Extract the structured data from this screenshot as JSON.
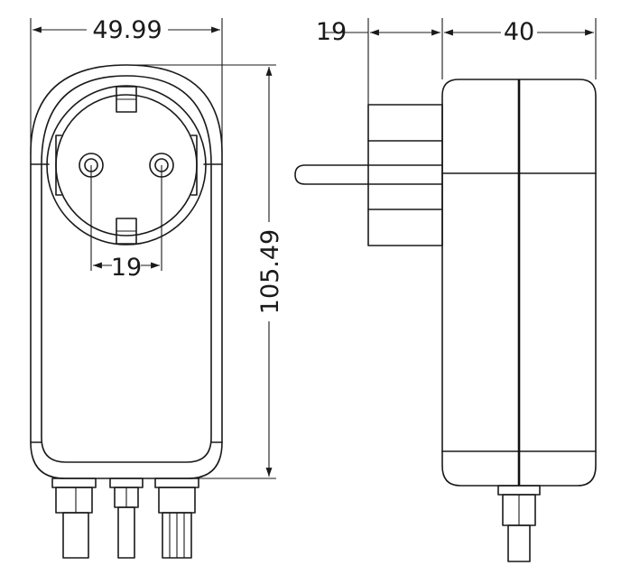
{
  "dimensions": {
    "front_width": "49.99",
    "front_height": "105.49",
    "front_pin_spacing": "19",
    "side_plug_depth": "19",
    "side_body_depth": "40"
  },
  "colors": {
    "line": "#1a1a1a",
    "background": "#ffffff"
  }
}
